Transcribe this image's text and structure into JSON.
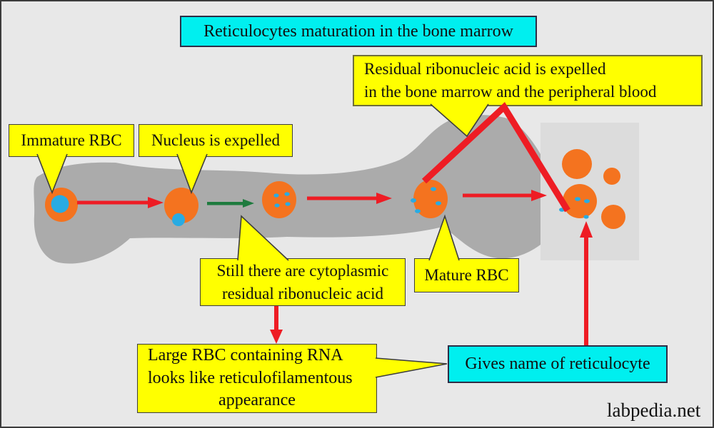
{
  "title": {
    "text": "Reticulocytes maturation in the bone marrow"
  },
  "callouts": {
    "immature": {
      "text": "Immature RBC"
    },
    "nucleus": {
      "text": "Nucleus is expelled"
    },
    "residual": {
      "line1": "Residual ribonucleic acid is expelled",
      "line2": "in the bone marrow and the peripheral blood"
    },
    "still": {
      "line1": "Still there are cytoplasmic",
      "line2": "residual ribonucleic acid"
    },
    "mature": {
      "text": "Mature RBC"
    },
    "large": {
      "line1": "Large RBC containing RNA",
      "line2": "looks like reticulofilamentous",
      "line3": "appearance"
    },
    "gives": {
      "text": "Gives name of reticulocyte"
    }
  },
  "watermark": "labpedia.net",
  "colors": {
    "background": "#e8e8e8",
    "bone": "#ababab",
    "blood_panel": "#dcdcdc",
    "cell_orange": "#f4731f",
    "rna_blue": "#29abe2",
    "arrow_red": "#ee1c24",
    "arrow_green": "#1e7b3e",
    "callout_yellow": "#ffff00",
    "label_cyan": "#00efef"
  }
}
